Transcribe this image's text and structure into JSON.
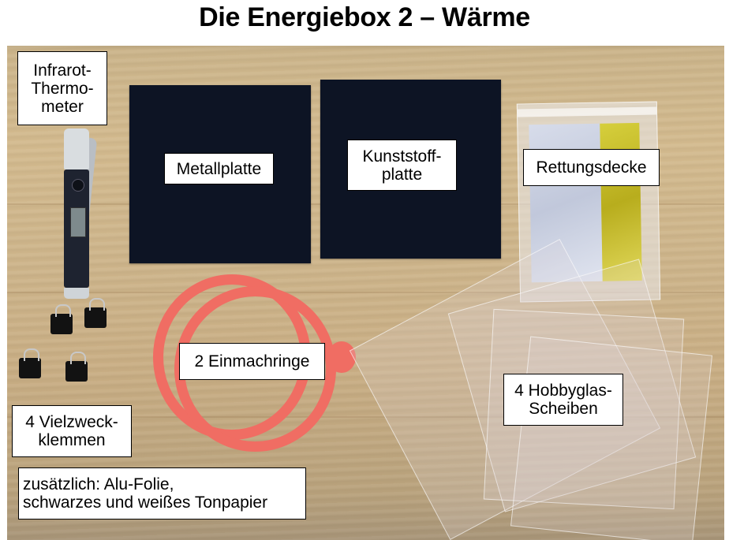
{
  "title": "Die Energiebox 2 – Wärme",
  "photo": {
    "background_color": "#cdb48a",
    "labels": {
      "thermometer": [
        "Infrarot-",
        "Thermo-",
        "meter"
      ],
      "metal_plate": [
        "Metallplatte"
      ],
      "plastic_plate": [
        "Kunststoff-",
        "platte"
      ],
      "rescue_blanket": [
        "Rettungsdecke"
      ],
      "sealing_rings": [
        "2 Einmachringe"
      ],
      "clamps": [
        "4 Vielzweck-",
        "klemmen"
      ],
      "additional": [
        "zusätzlich: Alu-Folie,",
        "schwarzes und weißes Tonpapier"
      ],
      "acrylic_panes": [
        "4 Hobbyglas-",
        "Scheiben"
      ]
    },
    "colors": {
      "plate": "#0d1424",
      "ring": "#f06d63",
      "blanket_silver": "#c9cfdf",
      "blanket_gold": "#c9bf2c"
    }
  }
}
